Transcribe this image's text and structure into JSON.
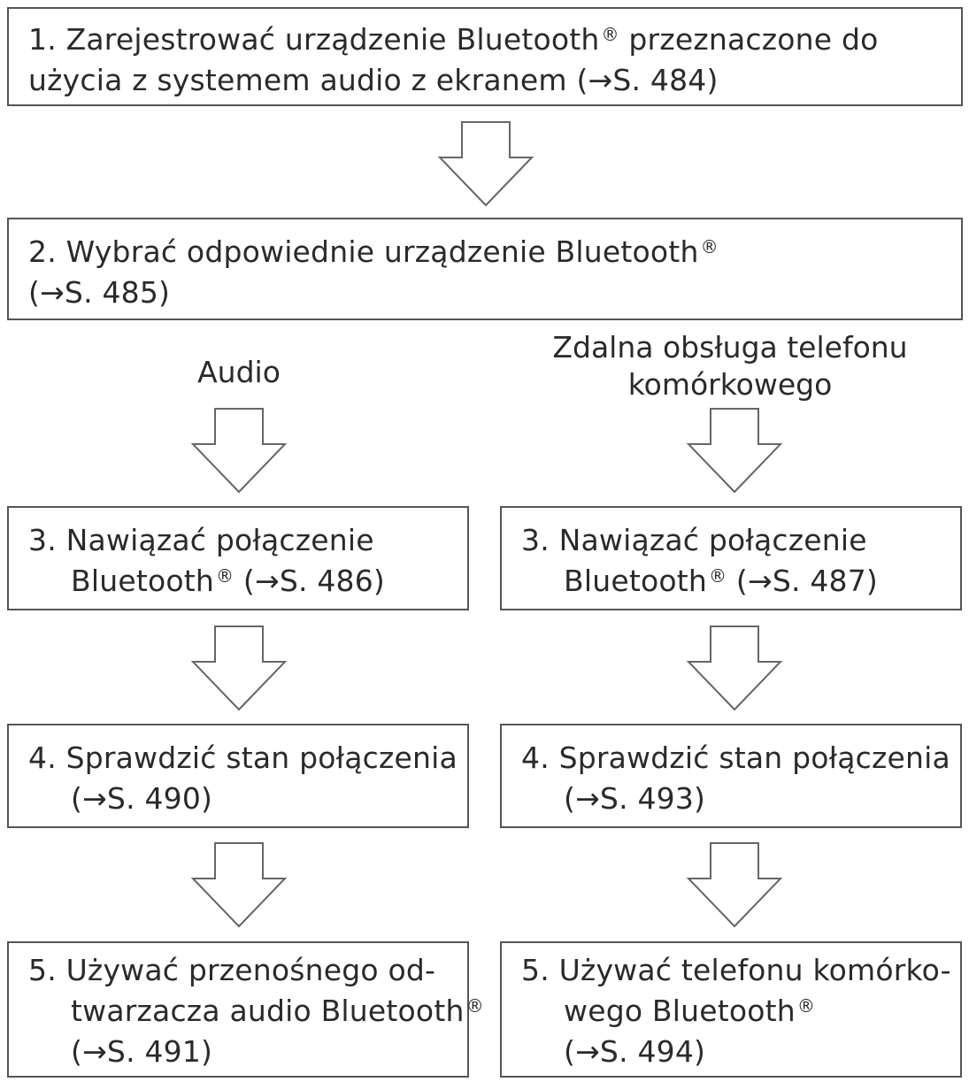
{
  "step1": {
    "line1": "1. Zarejestrować urządzenie Bluetooth",
    "reg": "®",
    "line1_tail": " przeznaczone do",
    "line2": "użycia z systemem audio z ekranem (→S. 484)"
  },
  "step2": {
    "line1": "2. Wybrać odpowiednie urządzenie Bluetooth",
    "reg": "®",
    "line2": "(→S. 485)"
  },
  "branches": {
    "audio": {
      "label": "Audio"
    },
    "phone": {
      "label_line1": "Zdalna obsługa telefonu",
      "label_line2": "komórkowego"
    }
  },
  "left": {
    "step3": {
      "line1": "3. Nawiązać połączenie",
      "line2_a": "Bluetooth",
      "reg": "®",
      "line2_b": " (→S. 486)"
    },
    "step4": {
      "line1": "4. Sprawdzić stan połączenia",
      "line2": "(→S. 490)"
    },
    "step5": {
      "line1": "5. Używać przenośnego od-",
      "line2_a": "twarzacza audio Bluetooth",
      "reg": "®",
      "line3": "(→S. 491)"
    }
  },
  "right": {
    "step3": {
      "line1": "3. Nawiązać połączenie",
      "line2_a": "Bluetooth",
      "reg": "®",
      "line2_b": " (→S. 487)"
    },
    "step4": {
      "line1": "4. Sprawdzić stan połączenia",
      "line2": "(→S. 493)"
    },
    "step5": {
      "line1": "5. Używać telefonu komórko-",
      "line2_a": "wego Bluetooth",
      "reg": "®",
      "line3": "(→S. 494)"
    }
  }
}
